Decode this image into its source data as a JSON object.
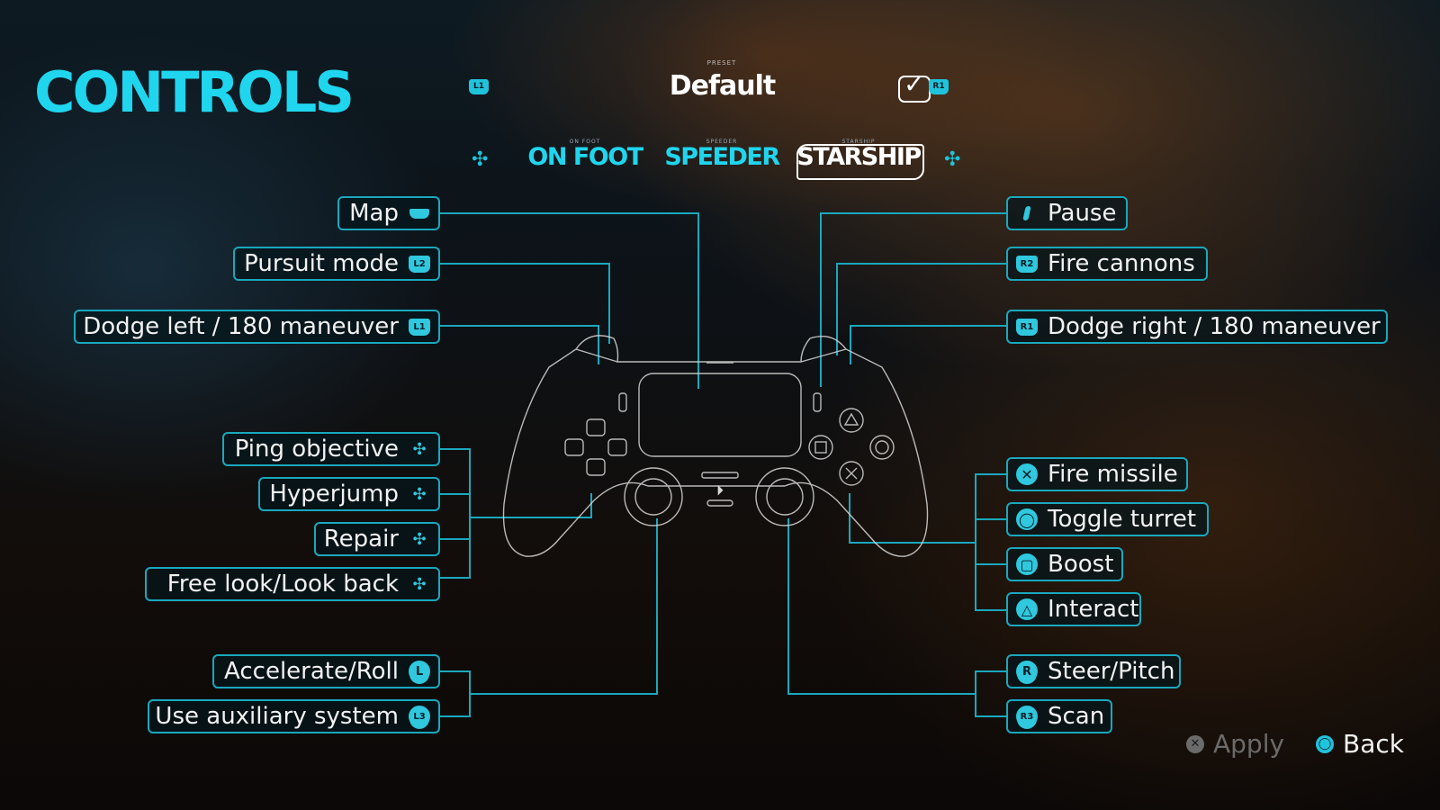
{
  "screen": {
    "title": "CONTROLS",
    "accent_color": "#1fd6ee"
  },
  "preset": {
    "prev_button": "L1",
    "next_button": "R1",
    "caption": "PRESET",
    "name": "Default",
    "checked": true
  },
  "tabs": {
    "prev_icon": "dpad-left-icon",
    "next_icon": "dpad-right-icon",
    "items": [
      {
        "sub": "ON FOOT",
        "label": "ON FOOT",
        "selected": false
      },
      {
        "sub": "SPEEDER",
        "label": "SPEEDER",
        "selected": false
      },
      {
        "sub": "STARSHIP",
        "label": "STARSHIP",
        "selected": true
      }
    ]
  },
  "left_bindings": [
    {
      "label": "Map",
      "button": "touchpad"
    },
    {
      "label": "Pursuit mode",
      "button": "L2"
    },
    {
      "label": "Dodge left / 180 maneuver",
      "button": "L1"
    },
    {
      "label": "Ping objective",
      "button": "dpad-up"
    },
    {
      "label": "Hyperjump",
      "button": "dpad-right"
    },
    {
      "label": "Repair",
      "button": "dpad-down"
    },
    {
      "label": "Free look/Look back",
      "button": "dpad-left"
    },
    {
      "label": "Accelerate/Roll",
      "button": "L"
    },
    {
      "label": "Use auxiliary system",
      "button": "L3"
    }
  ],
  "right_bindings": [
    {
      "label": "Pause",
      "button": "options"
    },
    {
      "label": "Fire cannons",
      "button": "R2"
    },
    {
      "label": "Dodge right / 180 maneuver",
      "button": "R1"
    },
    {
      "label": "Fire missile",
      "button": "cross"
    },
    {
      "label": "Toggle turret",
      "button": "circle"
    },
    {
      "label": "Boost",
      "button": "square"
    },
    {
      "label": "Interact",
      "button": "triangle"
    },
    {
      "label": "Steer/Pitch",
      "button": "R"
    },
    {
      "label": "Scan",
      "button": "R3"
    }
  ],
  "footer": {
    "apply_label": "Apply",
    "apply_button": "cross",
    "apply_enabled": false,
    "back_label": "Back",
    "back_button": "circle"
  }
}
